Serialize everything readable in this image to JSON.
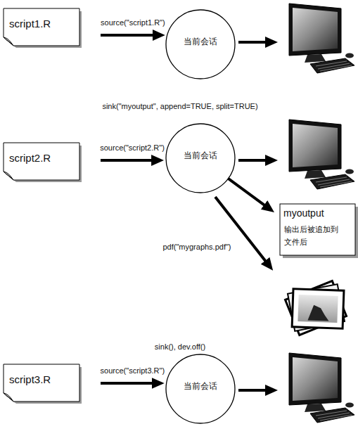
{
  "diagram": {
    "nodes": [
      {
        "text": [
          "script1.R"
        ]
      },
      {
        "text": [
          "当前会话"
        ]
      },
      {
        "text": [
          "script2.R"
        ]
      },
      {
        "text": [
          "当前会话"
        ]
      },
      {
        "text": [
          "myoutput",
          "输出后被追加到 文件后"
        ]
      },
      {
        "text": [
          "script3.R"
        ]
      },
      {
        "text": [
          "当前会话"
        ]
      }
    ],
    "edges": [
      {
        "from": 0,
        "to": 1,
        "label": "source(\"script1.R\")",
        "arrow": "to"
      },
      {
        "from": 2,
        "to": 3,
        "label": "source(\"script2.R\")",
        "arrow": "to"
      },
      {
        "from": 3,
        "to": 4,
        "arrow": "to"
      },
      {
        "from": 5,
        "to": 6,
        "label": "source(\"script3.R\")",
        "arrow": "to"
      }
    ],
    "labels": [
      "sink(\"myoutput\", append=TRUE, split=TRUE)",
      "pdf(\"mygraphs.pdf\")",
      "sink(), dev.off()"
    ]
  }
}
